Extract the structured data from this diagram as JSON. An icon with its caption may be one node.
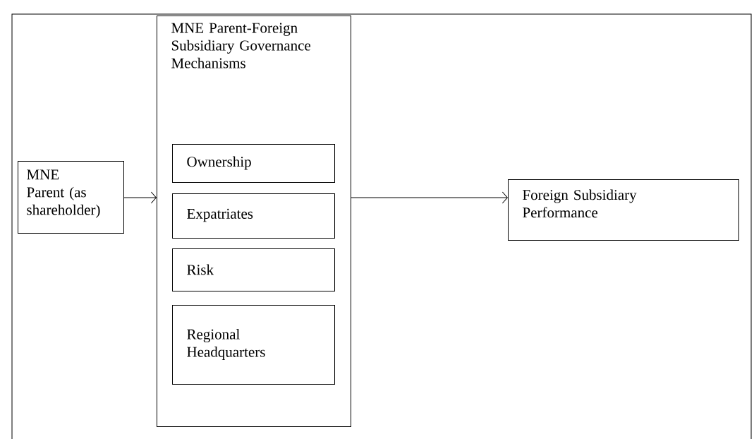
{
  "diagram": {
    "nodes": [
      {
        "text": [
          "MNE Parent (as shareholder)"
        ]
      },
      {
        "text": [
          "MNE Parent-Foreign Subsidiary Governance Mechanisms"
        ]
      },
      {
        "text": [
          "Ownership"
        ],
        "in": 1
      },
      {
        "text": [
          "Expatriates"
        ],
        "in": 1
      },
      {
        "text": [
          "Risk"
        ],
        "in": 1
      },
      {
        "text": [
          "Regional Headquarters"
        ],
        "in": 1
      },
      {
        "text": [
          "Foreign Subsidiary Performance"
        ]
      }
    ],
    "edges": [
      {
        "from": 0,
        "to": 1,
        "arrow": "to"
      },
      {
        "from": 1,
        "to": 6,
        "arrow": "to"
      }
    ]
  }
}
